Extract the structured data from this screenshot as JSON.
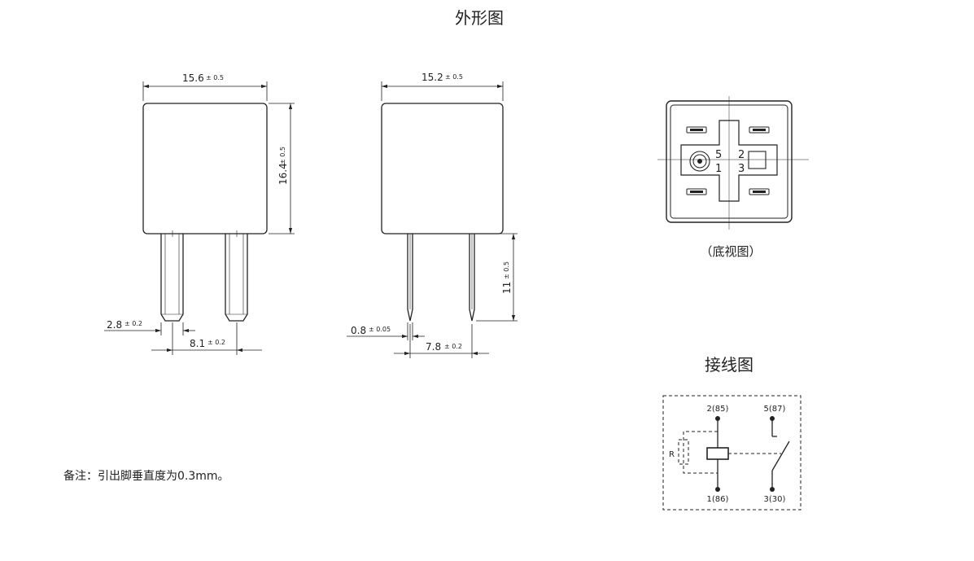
{
  "titles": {
    "outline": "外形图",
    "wiring": "接线图",
    "bottom_view": "（底视图）"
  },
  "front_view": {
    "width": "15.6",
    "width_tol": "± 0.5",
    "height": "16.4",
    "height_tol": "± 0.5",
    "pin_width": "2.8",
    "pin_width_tol": "± 0.2",
    "pin_pitch": "8.1",
    "pin_pitch_tol": "± 0.2"
  },
  "side_view": {
    "width": "15.2",
    "width_tol": "± 0.5",
    "pin_length": "11",
    "pin_length_tol": "± 0.5",
    "pin_thickness": "0.8",
    "pin_thickness_tol": "± 0.05",
    "pin_pitch": "7.8",
    "pin_pitch_tol": "± 0.2"
  },
  "bottom_pins": {
    "p5": "5",
    "p1": "1",
    "p2": "2",
    "p3": "3"
  },
  "wiring": {
    "t2": "2(85)",
    "t5": "5(87)",
    "t1": "1(86)",
    "t3": "3(30)",
    "resistor": "R"
  },
  "note": "备注：引出脚垂直度为0.3mm。",
  "colors": {
    "line": "#222222"
  }
}
